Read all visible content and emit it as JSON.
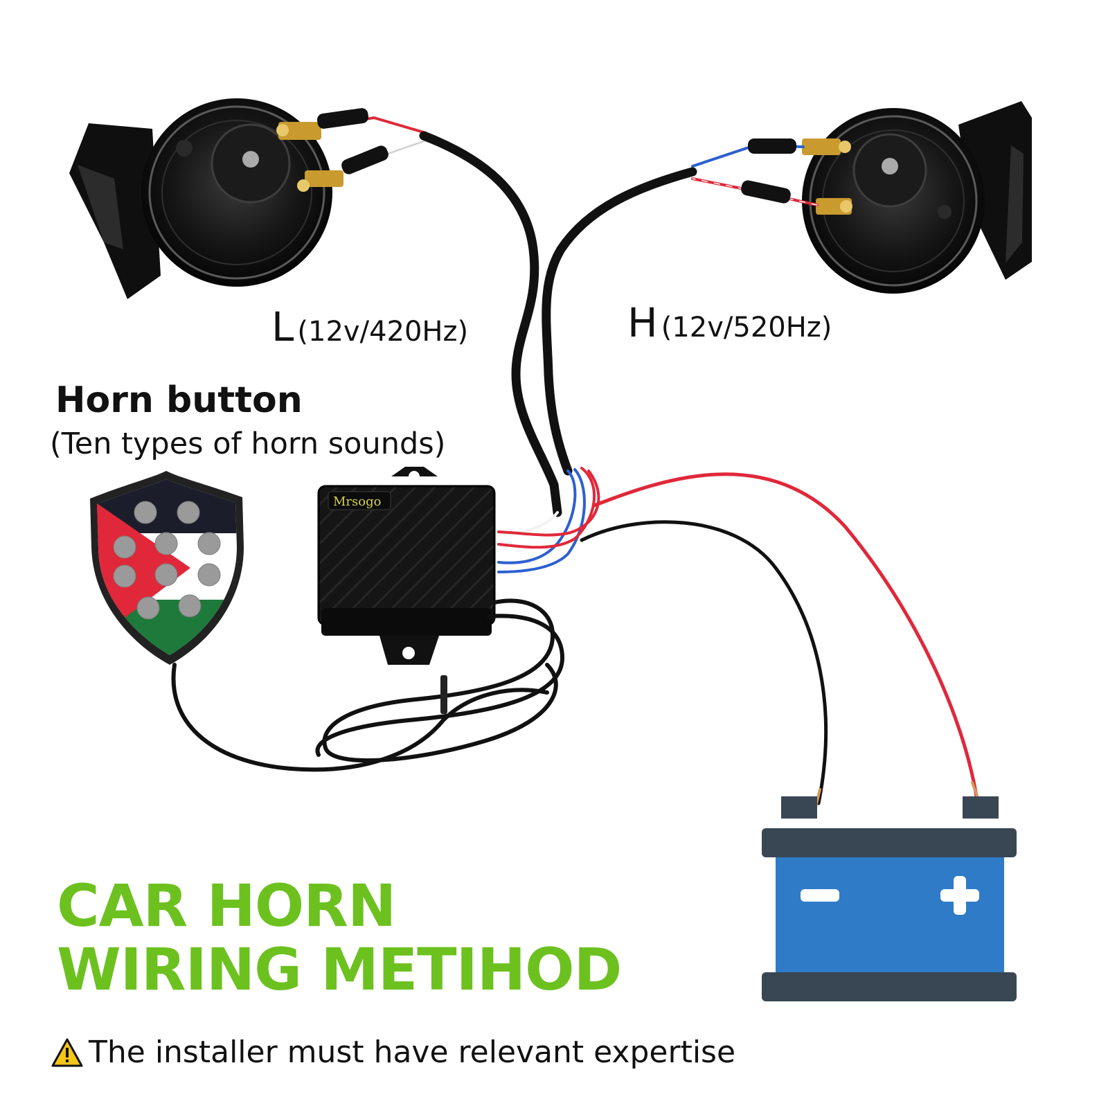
{
  "horns": {
    "low": {
      "letter": "L",
      "spec": "(12v/420Hz)"
    },
    "high": {
      "letter": "H",
      "spec": "(12v/520Hz)"
    }
  },
  "horn_button": {
    "title": "Horn button",
    "subtitle": "(Ten types of horn sounds)"
  },
  "controller": {
    "brand": "Mrsogo"
  },
  "battery": {
    "negative": "−",
    "positive": "+"
  },
  "heading": {
    "line1": "CAR HORN",
    "line2": "WIRING METIHOD"
  },
  "warning": {
    "text": "The installer must have relevant expertise"
  },
  "colors": {
    "title_green": "#6cc11f",
    "battery_blue": "#2f7bc8",
    "battery_dark": "#394653",
    "wire_red": "#e0283a",
    "wire_blue": "#2d5fd0",
    "wire_black": "#111111"
  }
}
